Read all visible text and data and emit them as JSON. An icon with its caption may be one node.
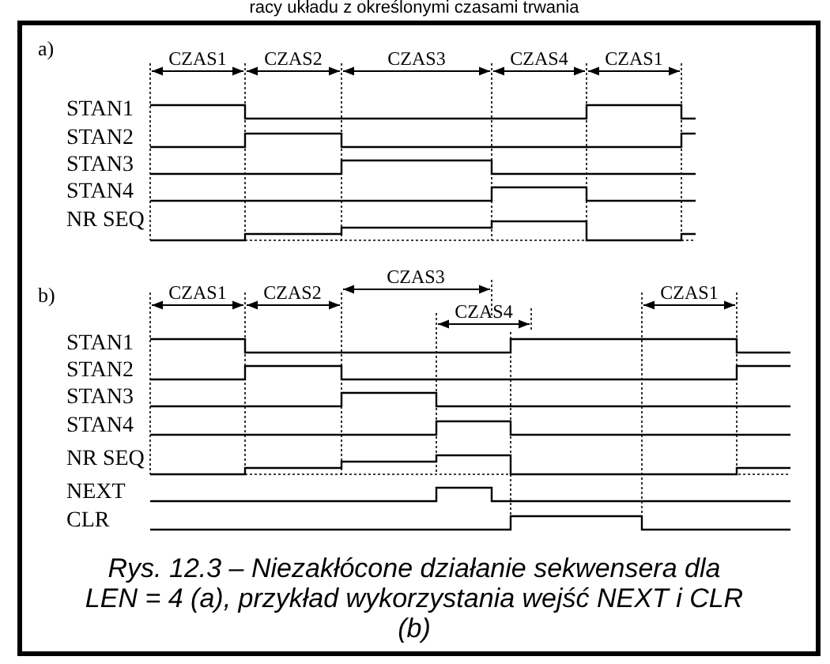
{
  "diagram": {
    "caption": "Rys. 12.3 – Niezakłócone działanie sekwensera dla LEN = 4 (a), przykład wykorzystania wejść NEXT i CLR (b)",
    "labels": [
      "racy układu z określonymi czasami trwania",
      "a)",
      "CZAS1",
      "CZAS2",
      "CZAS3",
      "CZAS4",
      "CZAS1",
      "STAN1",
      "STAN2",
      "STAN3",
      "STAN4",
      "NR SEQ",
      "b)",
      "CZAS1",
      "CZAS2",
      "CZAS3",
      "CZAS4",
      "CZAS1",
      "STAN1",
      "STAN2",
      "STAN3",
      "STAN4",
      "NR SEQ",
      "NEXT",
      "CLR"
    ]
  }
}
